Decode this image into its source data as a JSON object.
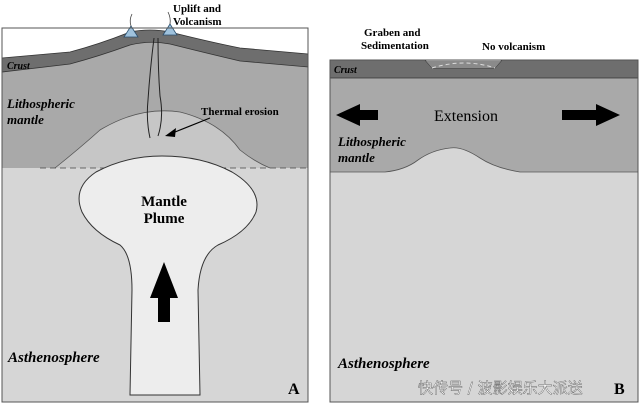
{
  "panel_a": {
    "labels": {
      "uplift": "Uplift and",
      "volcanism": "Volcanism",
      "crust": "Crust",
      "litho_line1": "Lithospheric",
      "litho_line2": "mantle",
      "thermal_erosion": "Thermal erosion",
      "plume_line1": "Mantle",
      "plume_line2": "Plume",
      "asthenosphere": "Asthenosphere",
      "panel_letter": "A"
    }
  },
  "panel_b": {
    "labels": {
      "graben_line1": "Graben and",
      "graben_line2": "Sedimentation",
      "no_volcanism": "No volcanism",
      "crust": "Crust",
      "extension": "Extension",
      "litho_line1": "Lithospheric",
      "litho_line2": "mantle",
      "asthenosphere": "Asthenosphere",
      "panel_letter": "B"
    }
  },
  "watermark": "快传号 / 波影娱乐大派送",
  "colors": {
    "crust": "#6e6e6e",
    "lithospheric_mantle": "#a9a9a9",
    "asthenosphere": "#d6d6d6",
    "plume": "#ededed",
    "arrow": "#000000",
    "volcano": "#9fc2dd"
  }
}
